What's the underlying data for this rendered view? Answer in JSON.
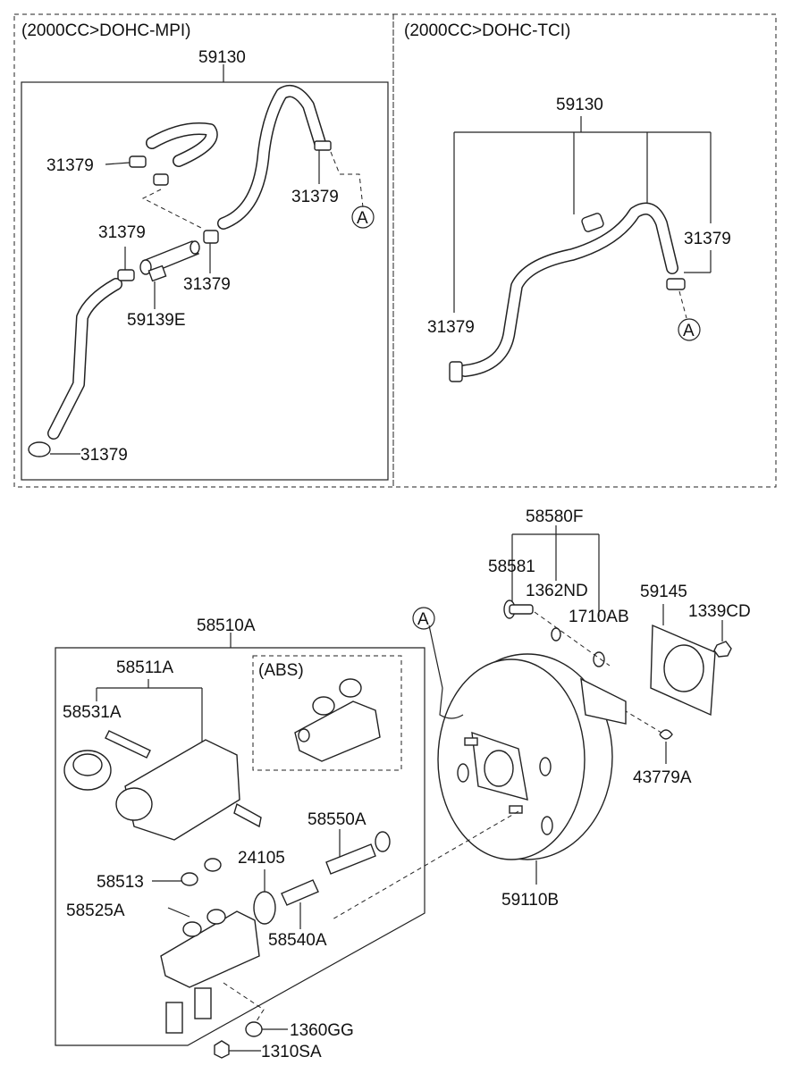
{
  "sections": {
    "mpi_title": "(2000CC>DOHC-MPI)",
    "tci_title": "(2000CC>DOHC-TCI)",
    "abs_title": "(ABS)"
  },
  "callouts": {
    "ref_a": "A"
  },
  "labels": {
    "mpi_59130": "59130",
    "mpi_31379_a": "31379",
    "mpi_31379_b": "31379",
    "mpi_31379_c": "31379",
    "mpi_31379_d": "31379",
    "mpi_31379_e": "31379",
    "mpi_59139e": "59139E",
    "tci_59130": "59130",
    "tci_31379_a": "31379",
    "tci_31379_b": "31379",
    "p58580f": "58580F",
    "p58581": "58581",
    "p1362nd": "1362ND",
    "p1710ab": "1710AB",
    "p59145": "59145",
    "p1339cd": "1339CD",
    "p43779a": "43779A",
    "p59110b": "59110B",
    "p58510a": "58510A",
    "p58511a": "58511A",
    "p58531a": "58531A",
    "p24105": "24105",
    "p58550a": "58550A",
    "p58513": "58513",
    "p58525a": "58525A",
    "p58540a": "58540A",
    "p1360gg": "1360GG",
    "p1310sa": "1310SA"
  }
}
